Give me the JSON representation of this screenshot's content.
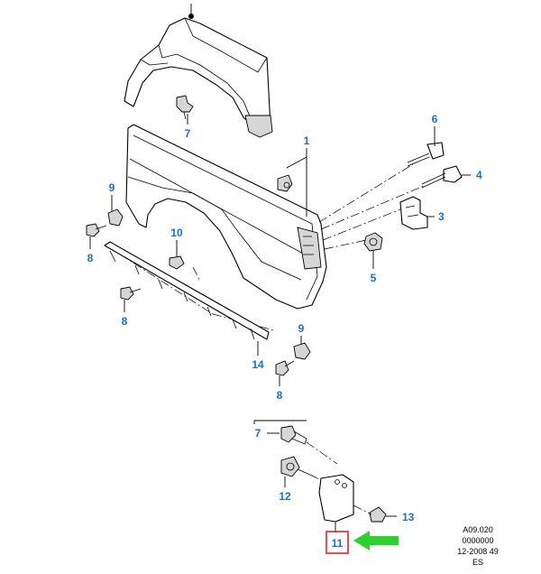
{
  "labels": {
    "p1": "1",
    "p3": "3",
    "p4": "4",
    "p5": "5",
    "p6": "6",
    "p7a": "7",
    "p7b": "7",
    "p8a": "8",
    "p8b": "8",
    "p8c": "8",
    "p9a": "9",
    "p9b": "9",
    "p10": "10",
    "p11": "11",
    "p12": "12",
    "p13": "13",
    "p14": "14"
  },
  "reference": {
    "line1": "A09.020",
    "line2": "0000000",
    "line3": "12-2008 49",
    "line4": "ES"
  },
  "colors": {
    "callout": "#1a6fd1",
    "highlight_box": "#e8231f",
    "pointer_arrow": "#2fd12f"
  }
}
